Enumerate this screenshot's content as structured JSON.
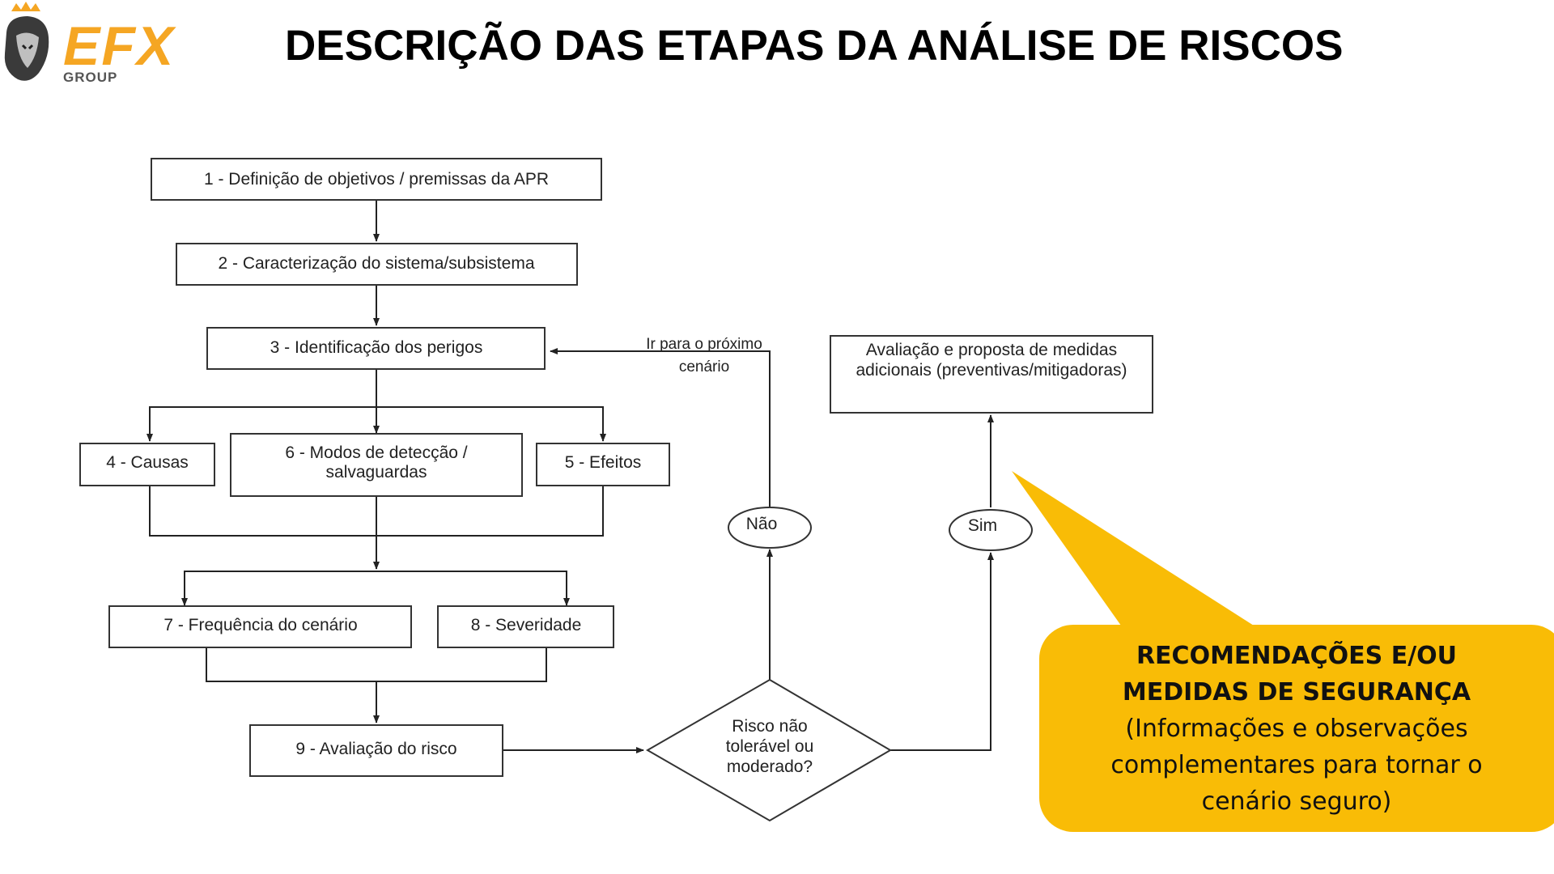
{
  "header": {
    "logo_text": "EFX",
    "logo_sub": "GROUP",
    "title": "DESCRIÇÃO DAS ETAPAS DA ANÁLISE DE RISCOS"
  },
  "colors": {
    "brand_gold": "#f5a623",
    "callout": "#f9bc06",
    "line": "#222222"
  },
  "flowchart": {
    "nodes": {
      "n1": "1 - Definição de objetivos / premissas da APR",
      "n2": "2 - Caracterização do sistema/subsistema",
      "n3": "3 - Identificação dos perigos",
      "n4": "4 - Causas",
      "n6a": "6 - Modos de detecção /",
      "n6b": "salvaguardas",
      "n5": "5 - Efeitos",
      "n7": "7 - Frequência do cenário",
      "n8": "8 - Severidade",
      "n9": "9 - Avaliação do risco",
      "d1a": "Risco não",
      "d1b": "tolerável ou",
      "d1c": "moderado?",
      "nao": "Não",
      "sim": "Sim",
      "next_a": "Ir para o próximo",
      "next_b": "cenário",
      "eval_a": "Avaliação e proposta de medidas",
      "eval_b": "adicionais (preventivas/mitigadoras)"
    }
  },
  "callout": {
    "title": "RECOMENDAÇÕES E/OU MEDIDAS DE SEGURANÇA",
    "body": "(Informações e observações complementares para tornar o cenário seguro)"
  }
}
